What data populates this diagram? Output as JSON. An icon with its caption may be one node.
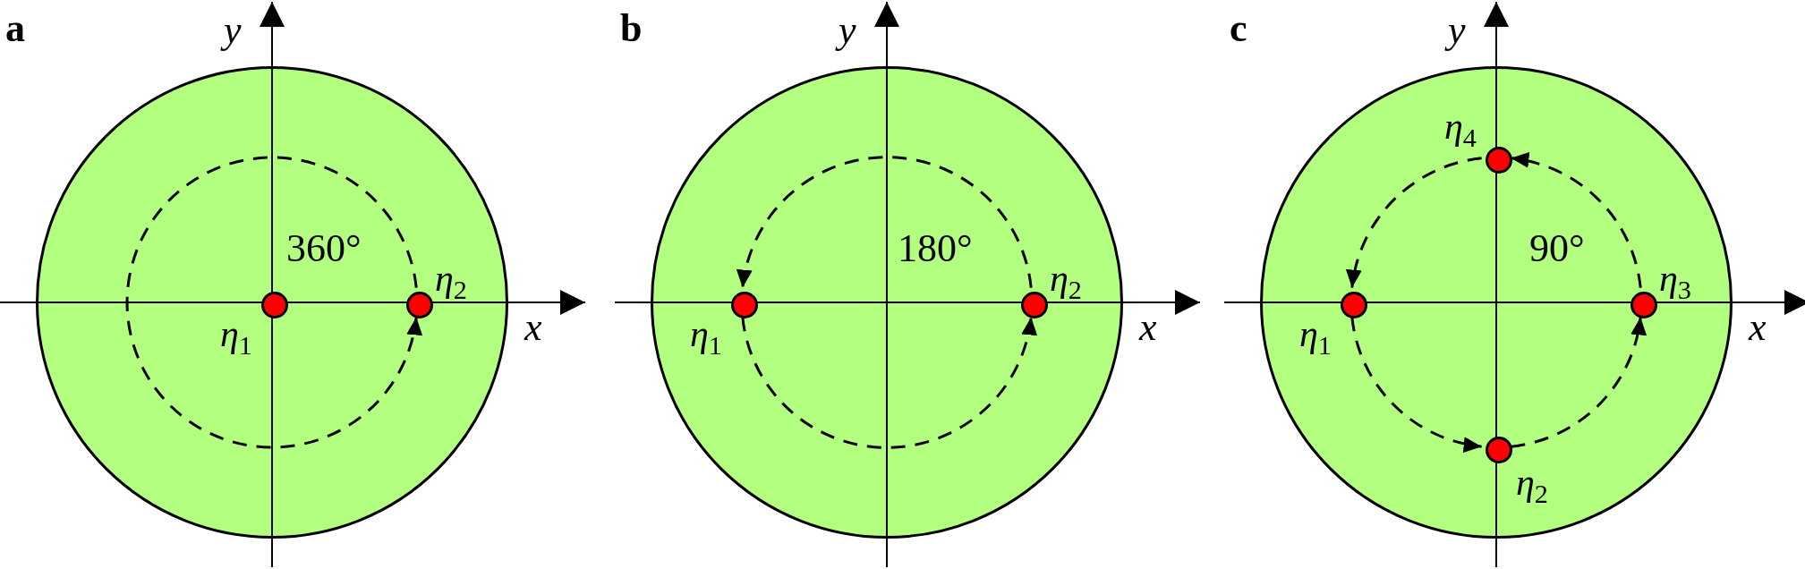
{
  "diagram": {
    "nodes": [
      {
        "text": [],
        "shape": "circle"
      },
      {
        "text": [],
        "shape": "circle",
        "beside": [
          "η$_{1}$"
        ],
        "in": 0
      },
      {
        "text": [],
        "shape": "circle",
        "beside": [
          "η$_{2}$"
        ],
        "in": 0
      },
      {
        "text": [],
        "shape": "circle"
      },
      {
        "text": [],
        "shape": "circle",
        "beside": [
          "η$_{1}$"
        ],
        "in": 3
      },
      {
        "text": [],
        "shape": "circle",
        "beside": [
          "η$_{2}$"
        ],
        "in": 3
      },
      {
        "text": [],
        "shape": "circle"
      },
      {
        "text": [],
        "shape": "circle",
        "beside": [
          "η$_{4}$"
        ],
        "in": 6
      },
      {
        "text": [],
        "shape": "circle",
        "beside": [
          "η$_{1}$"
        ],
        "in": 6
      },
      {
        "text": [],
        "shape": "circle",
        "beside": [
          "η$_{3}$"
        ],
        "in": 6
      },
      {
        "text": [],
        "shape": "circle",
        "beside": [
          "η$_{2}$"
        ],
        "in": 6
      }
    ],
    "edges": [
      {
        "from": 2,
        "to": 2,
        "arrow": "to",
        "style": "dashed"
      },
      {
        "from": 5,
        "to": 4,
        "arrow": "to",
        "style": "dashed"
      },
      {
        "from": 4,
        "to": 5,
        "arrow": "to",
        "style": "dashed"
      },
      {
        "from": 8,
        "to": 10,
        "arrow": "to",
        "style": "dashed"
      },
      {
        "from": 10,
        "to": 9,
        "arrow": "to",
        "style": "dashed"
      },
      {
        "from": 9,
        "to": 7,
        "arrow": "to",
        "style": "dashed"
      },
      {
        "from": 7,
        "to": 8,
        "arrow": "to",
        "style": "dashed"
      }
    ],
    "labels": [
      "a",
      "y",
      "360°",
      "x",
      "b",
      "y",
      "180°",
      "x",
      "c",
      "y",
      "90°",
      "x"
    ]
  }
}
